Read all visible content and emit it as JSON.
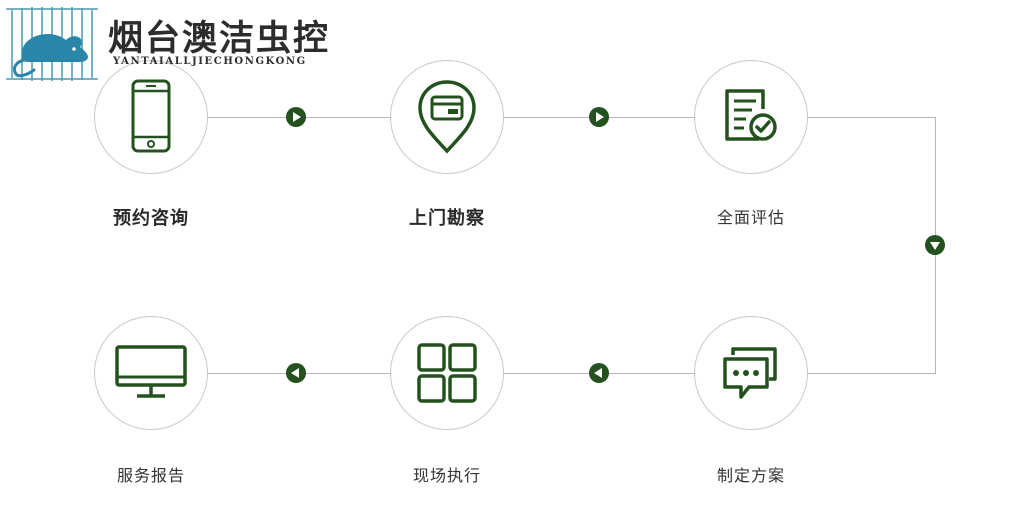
{
  "brand": {
    "title": "烟台澳洁虫控",
    "subtitle": "YANTAIALLJIECHONGKONG",
    "logo_icon": "mouse-logo-icon",
    "color": "#2a86a8"
  },
  "colors": {
    "accent": "#24521f",
    "line": "#b5b5b5",
    "circle_border": "#c8c8c8"
  },
  "steps": [
    {
      "label": "预约咨询",
      "icon": "smartphone-icon"
    },
    {
      "label": "上门勘察",
      "icon": "map-pin-card-icon"
    },
    {
      "label": "全面评估",
      "icon": "document-check-icon"
    },
    {
      "label": "制定方案",
      "icon": "chat-bubbles-icon"
    },
    {
      "label": "现场执行",
      "icon": "grid-blocks-icon"
    },
    {
      "label": "服务报告",
      "icon": "monitor-icon"
    }
  ],
  "arrows": [
    {
      "direction": "right"
    },
    {
      "direction": "right"
    },
    {
      "direction": "down"
    },
    {
      "direction": "left"
    },
    {
      "direction": "left"
    }
  ]
}
